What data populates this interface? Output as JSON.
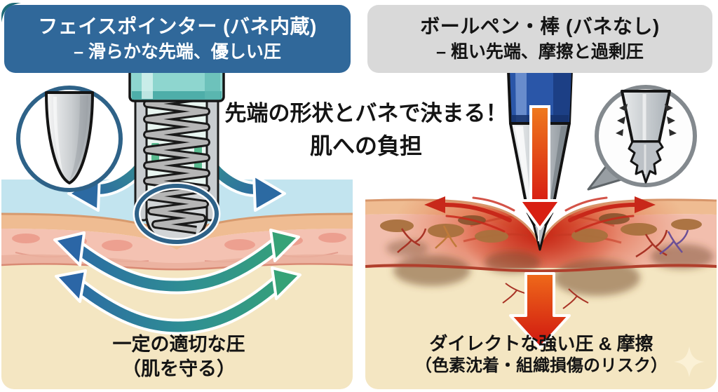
{
  "colors": {
    "canvas_bg": "#ffffff",
    "left_header_bg": "#30689a",
    "right_header_bg": "#d9d9d9",
    "header_text_light": "#ffffff",
    "text_dark": "#141414",
    "sky_blue": "#c2e4ef",
    "skin_surface": "#efbc92",
    "skin_pink": "#f4c2b2",
    "subcutaneous_cream": "#f4e6c2",
    "gentle_arrow_blue": "#2b66a6",
    "gentle_arrow_green": "#36a277",
    "device_teal": "#8ed6cf",
    "pen_cap_blue": "#2a56a8",
    "pressure_red": "#d81f12",
    "inflammation_red": "#d94226"
  },
  "left_panel": {
    "header_line1": "フェイスポインター (バネ内蔵)",
    "header_line2": "– 滑らかな先端、優しい圧",
    "caption_line1": "一定の適切な圧",
    "caption_line2": "（肌を守る）"
  },
  "right_panel": {
    "header_line1": "ボールペン・棒 (バネなし)",
    "header_line2": "– 粗い先端、摩擦と過剰圧",
    "caption_line1": "ダイレクトな強い圧 & 摩擦",
    "caption_line2": "（色素沈着・組織損傷のリスク）"
  },
  "center": {
    "line1": "先端の形状とバネで決まる！",
    "line2": "肌への負担"
  },
  "icons": {
    "left_magnifier": "smooth-rounded-tip",
    "right_magnifier": "rough-jagged-tip",
    "sparkle": "sparkle"
  }
}
